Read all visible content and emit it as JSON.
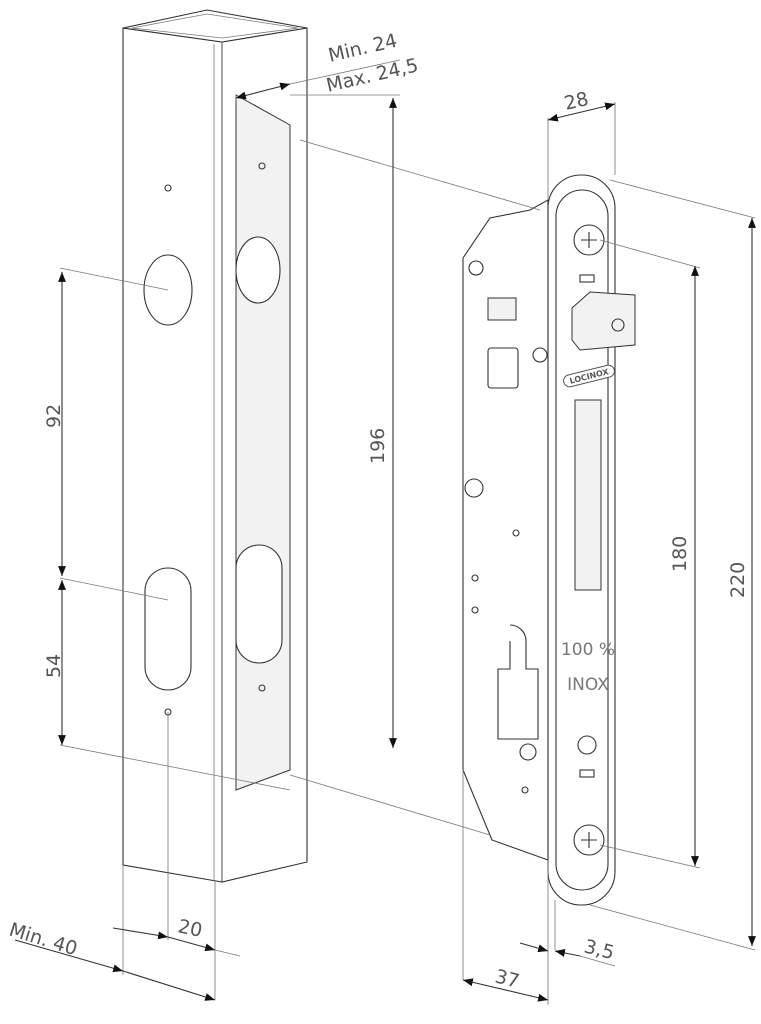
{
  "dimensions": {
    "min_24": "Min. 24",
    "max_24_5": "Max. 24,5",
    "d28": "28",
    "d196": "196",
    "d92": "92",
    "d54": "54",
    "d180": "180",
    "d220": "220",
    "min_40": "Min. 40",
    "d20": "20",
    "d37": "37",
    "d3_5": "3,5"
  },
  "faceplate": {
    "brand": "LOCINOX",
    "material_line1": "100 %",
    "material_line2": "INOX"
  }
}
